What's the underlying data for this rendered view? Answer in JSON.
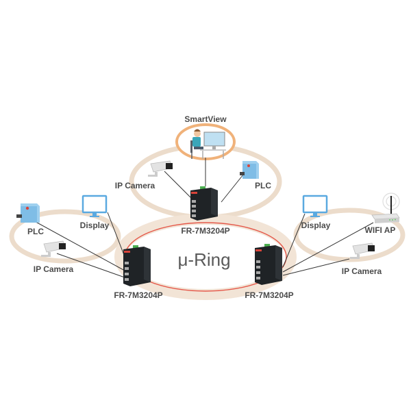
{
  "title": "μ-Ring",
  "colors": {
    "ring_outer": "#ecdccb",
    "ring_main_fill": "#f3e6d8",
    "ring_main_line": "#e5584a",
    "smartview_ring": "#f0b27a",
    "switch_body": "#1f2326",
    "switch_terminal": "#4caf50",
    "switch_accent": "#d9443a",
    "device_blue": "#5aa9e0",
    "label": "#4a4a4a"
  },
  "nodes": {
    "smartview": {
      "label": "SmartView"
    },
    "top_switch": {
      "label": "FR-7M3204P"
    },
    "left_switch": {
      "label": "FR-7M3204P"
    },
    "right_switch": {
      "label": "FR-7M3204P"
    },
    "top_camera": {
      "label": "IP Camera"
    },
    "top_plc": {
      "label": "PLC"
    },
    "left_plc": {
      "label": "PLC"
    },
    "left_display": {
      "label": "Display"
    },
    "left_camera": {
      "label": "IP Camera"
    },
    "right_display": {
      "label": "Display"
    },
    "right_wifi": {
      "label": "WIFI AP"
    },
    "right_camera": {
      "label": "IP Camera"
    }
  }
}
